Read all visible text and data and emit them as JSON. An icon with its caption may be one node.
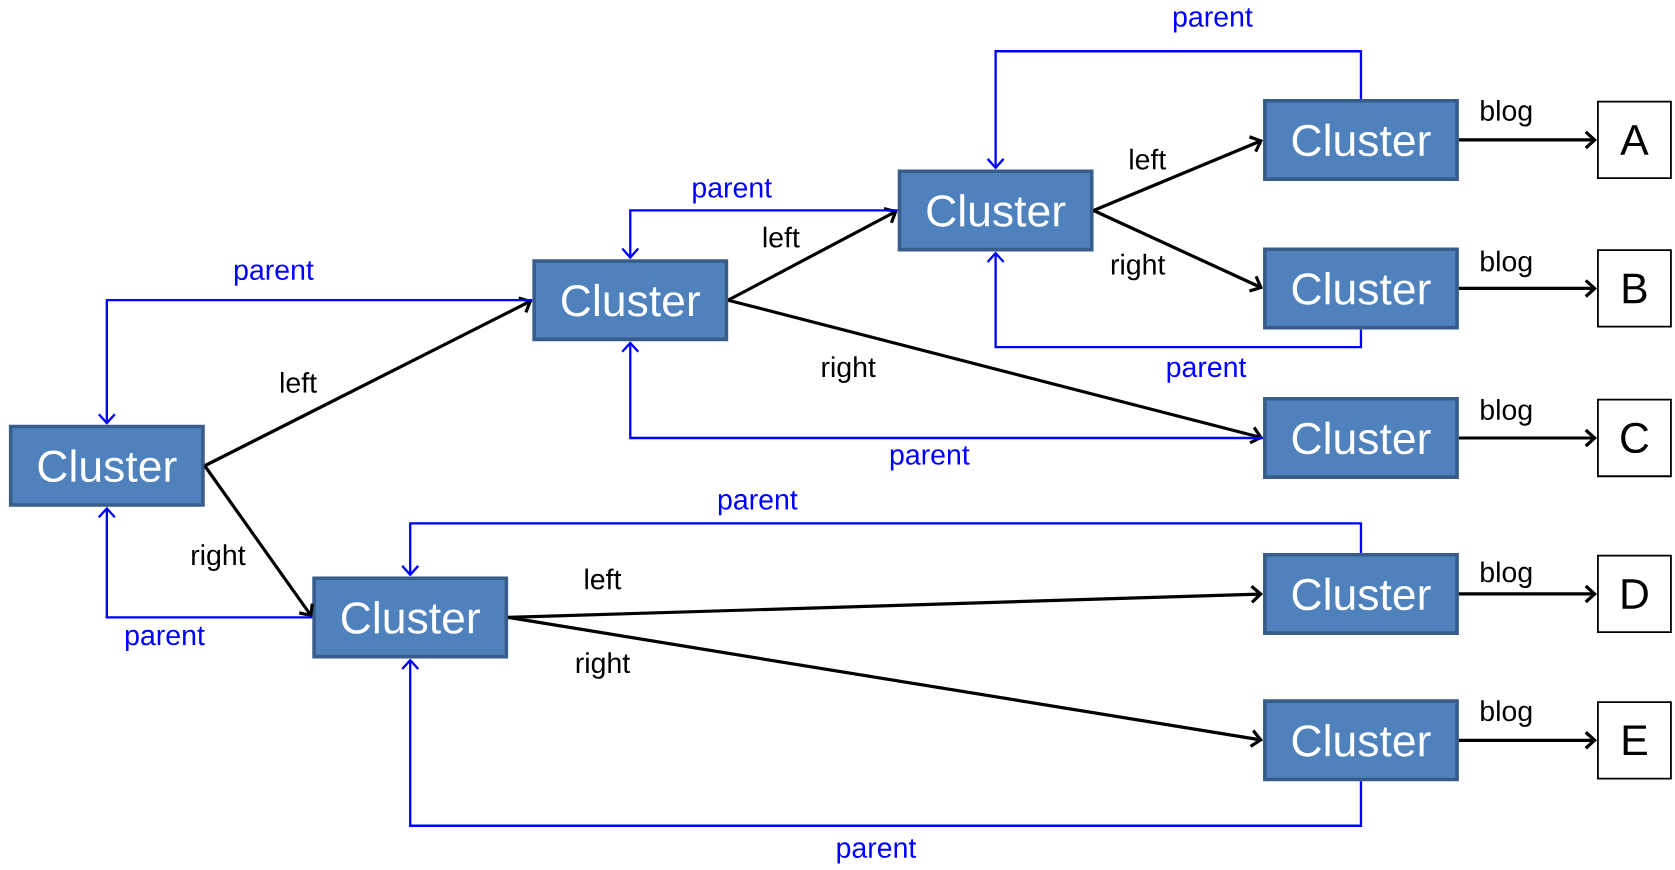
{
  "diagram": {
    "nodes": [
      {
        "text": [
          "Cluster"
        ]
      },
      {
        "text": [
          "Cluster"
        ]
      },
      {
        "text": [
          "Cluster"
        ]
      },
      {
        "text": [
          "Cluster"
        ]
      },
      {
        "text": [
          "A"
        ]
      },
      {
        "text": [
          "Cluster"
        ]
      },
      {
        "text": [
          "B"
        ]
      },
      {
        "text": [
          "Cluster"
        ]
      },
      {
        "text": [
          "C"
        ]
      },
      {
        "text": [
          "Cluster"
        ]
      },
      {
        "text": [
          "Cluster"
        ]
      },
      {
        "text": [
          "D"
        ]
      },
      {
        "text": [
          "Cluster"
        ]
      },
      {
        "text": [
          "E"
        ]
      }
    ],
    "edges": [
      {
        "from": 0,
        "to": 1,
        "arrow": "to",
        "label": "left"
      },
      {
        "from": 1,
        "to": 0,
        "arrow": "to",
        "label": "parent",
        "color": "#0000ff"
      },
      {
        "from": 0,
        "to": 9,
        "arrow": "to",
        "label": "right"
      },
      {
        "from": 9,
        "to": 0,
        "arrow": "to",
        "label": "parent",
        "color": "#0000ff"
      },
      {
        "from": 1,
        "to": 2,
        "arrow": "to",
        "label": "left"
      },
      {
        "from": 2,
        "to": 1,
        "arrow": "to",
        "label": "parent",
        "color": "#0000ff"
      },
      {
        "from": 1,
        "to": 7,
        "arrow": "to",
        "label": "right"
      },
      {
        "from": 7,
        "to": 1,
        "arrow": "to",
        "label": "parent",
        "color": "#0000ff"
      },
      {
        "from": 2,
        "to": 3,
        "arrow": "to",
        "label": "left"
      },
      {
        "from": 3,
        "to": 2,
        "arrow": "to",
        "label": "parent",
        "color": "#0000ff"
      },
      {
        "from": 2,
        "to": 5,
        "arrow": "to",
        "label": "right"
      },
      {
        "from": 5,
        "to": 2,
        "arrow": "to",
        "label": "parent",
        "color": "#0000ff"
      },
      {
        "from": 3,
        "to": 4,
        "arrow": "to",
        "label": "blog"
      },
      {
        "from": 5,
        "to": 6,
        "arrow": "to",
        "label": "blog"
      },
      {
        "from": 7,
        "to": 8,
        "arrow": "to",
        "label": "blog"
      },
      {
        "from": 9,
        "to": 10,
        "arrow": "to",
        "label": "left"
      },
      {
        "from": 10,
        "to": 9,
        "arrow": "to",
        "label": "parent",
        "color": "#0000ff"
      },
      {
        "from": 9,
        "to": 12,
        "arrow": "to",
        "label": "right"
      },
      {
        "from": 12,
        "to": 9,
        "arrow": "to",
        "label": "parent",
        "color": "#0000ff"
      },
      {
        "from": 10,
        "to": 11,
        "arrow": "to",
        "label": "blog"
      },
      {
        "from": 12,
        "to": 13,
        "arrow": "to",
        "label": "blog"
      }
    ]
  }
}
